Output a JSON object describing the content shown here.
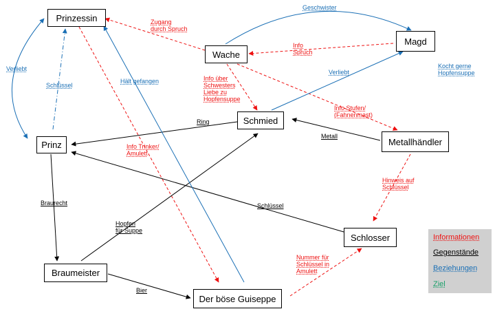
{
  "nodes": {
    "prinzessin": "Prinzessin",
    "wache": "Wache",
    "magd": "Magd",
    "schmied": "Schmied",
    "prinz": "Prinz",
    "metallhaendler": "Metallhändler",
    "schlosser": "Schlosser",
    "braumeister": "Braumeister",
    "guiseppe": "Der böse Guiseppe"
  },
  "edge_labels": {
    "geschwister": [
      "Geschwister"
    ],
    "zugang": [
      "Zugang",
      "durch Spruch"
    ],
    "info_spruch": [
      "Info",
      "Spruch"
    ],
    "kocht": [
      "Kocht gerne",
      "Hopfensuppe"
    ],
    "verliebt_left": [
      "Verliebt"
    ],
    "schluessel_left": [
      "Schlüssel"
    ],
    "haelt_gefangen": [
      "Hält gefangen"
    ],
    "info_schwester": [
      "Info über",
      "Schwesters",
      "Liebe zu",
      "Hopfensuppe"
    ],
    "verliebt_magd": [
      "Verliebt"
    ],
    "info_stufen": [
      "Info Stufen/",
      "(Fahnenmast)"
    ],
    "ring": [
      "Ring"
    ],
    "metall": [
      "Metall"
    ],
    "info_trinker": [
      "Info Trinker/",
      "Amulett"
    ],
    "hinweis": [
      "Hinweis auf",
      "Schlüssel"
    ],
    "braurecht": [
      "Braurecht"
    ],
    "schluessel_prinz": [
      "Schlüssel"
    ],
    "hopfen": [
      "Hopfen",
      "für Suppe"
    ],
    "nummer": [
      "Nummer für",
      "Schlüssel in",
      "Amulett"
    ],
    "bier": [
      "Bier"
    ]
  },
  "legend": {
    "informationen": "Informationen",
    "gegenstaende": "Gegenstände",
    "beziehungen": "Beziehungen",
    "ziel": "Ziel"
  },
  "colors": {
    "information": "#ee1111",
    "gegenstand": "#000000",
    "beziehung": "#1a6fb5",
    "ziel": "#1aa06a",
    "legend_bg": "#d0d0d0"
  }
}
